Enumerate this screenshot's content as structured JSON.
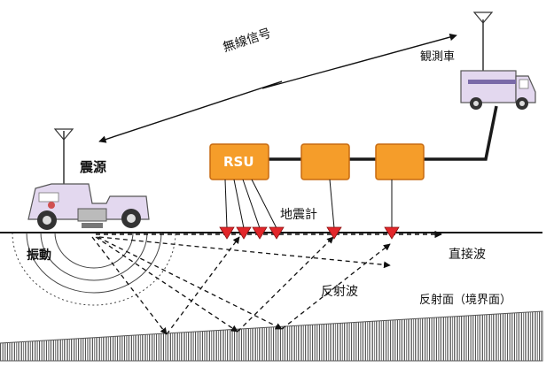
{
  "labels": {
    "wireless_signal": "無線信号",
    "observation_vehicle": "観測車",
    "source": "震源",
    "vibration": "振動",
    "geophone": "地震計",
    "direct_wave": "直接波",
    "reflected_wave": "反射波",
    "reflection_surface": "反射面（境界面）",
    "rsu": "RSU"
  },
  "colors": {
    "unit_fill": "#f59d2a",
    "unit_border": "#c76a10",
    "geophone": "#e2262a",
    "truck_body": "#e3d8ef",
    "truck_stripe": "#7a6aa8",
    "cable": "#1a1a1a"
  }
}
